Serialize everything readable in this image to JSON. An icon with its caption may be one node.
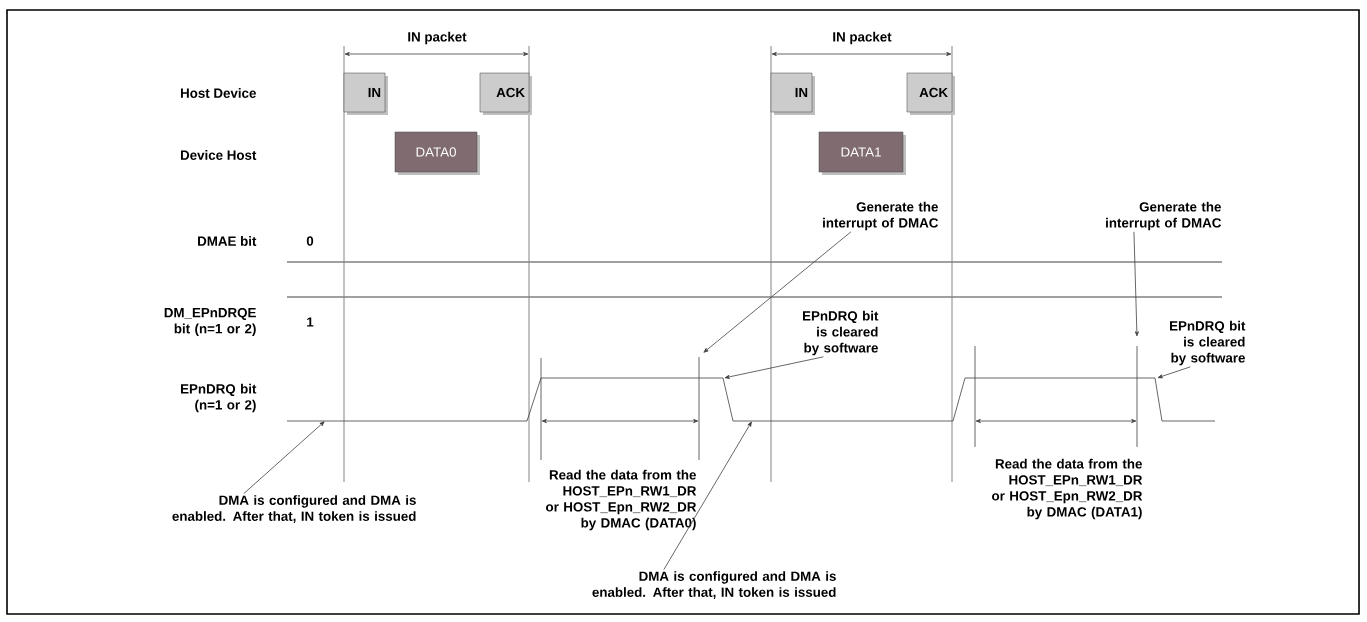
{
  "diagram": {
    "nodes": [
      {
        "text": [
          "IN"
        ]
      },
      {
        "text": [
          "ACK"
        ]
      },
      {
        "text": [
          "DATA0"
        ]
      },
      {
        "text": [
          "IN"
        ]
      },
      {
        "text": [
          "ACK"
        ]
      },
      {
        "text": [
          "DATA1"
        ]
      },
      {
        "text": [
          "DMA is configured and DMA is enabled. After that, IN token is issued"
        ]
      },
      {
        "text": [
          "Generate the interrupt of DMAC"
        ]
      },
      {
        "text": [
          "EPnDRQ bit is cleared by software"
        ]
      },
      {
        "text": [
          "DMA is configured and DMA is enabled. After that, IN token is issued"
        ]
      },
      {
        "text": [
          "Generate the interrupt of DMAC"
        ]
      },
      {
        "text": [
          "EPnDRQ bit is cleared by software"
        ]
      },
      {
        "text": [],
        "shape": "line"
      }
    ],
    "edges": [
      {
        "from": 6,
        "to": 12,
        "arrow": "to"
      },
      {
        "from": 7,
        "to": null,
        "arrow": "to"
      },
      {
        "from": 8,
        "to": 12,
        "arrow": "to"
      },
      {
        "from": 9,
        "to": 12,
        "arrow": "to"
      },
      {
        "from": 10,
        "to": null,
        "arrow": "to"
      },
      {
        "from": 11,
        "to": 12,
        "arrow": "to"
      }
    ],
    "labels": [
      "IN packet",
      "IN packet",
      "Host Device",
      "Device Host",
      "DMAE bit",
      "0",
      "DM_EPnDRQE bit (n=1 or 2)",
      "1",
      "EPnDRQ bit (n=1 or 2)",
      "Read the data from the HOST_EPn_RW1_DR or HOST_Epn_RW2_DR by DMAC (DATA0)",
      "Read the data from the HOST_EPn_RW1_DR or HOST_Epn_RW2_DR by DMAC (DATA1)"
    ]
  }
}
